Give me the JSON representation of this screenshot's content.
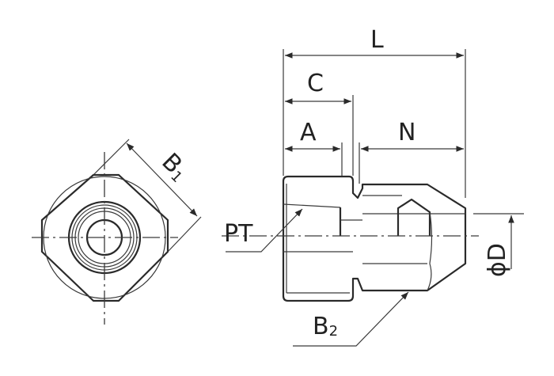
{
  "diagram": {
    "title": "Female connector dimension drawing",
    "labels": {
      "L": "L",
      "C": "C",
      "A": "A",
      "N": "N",
      "B1_main": "B",
      "B1_sub": "1",
      "B2_main": "B",
      "B2_sub": "2",
      "PT": "PT",
      "D": "ϕD"
    },
    "colors": {
      "line": "#2a2a2a",
      "background": "#ffffff"
    }
  }
}
